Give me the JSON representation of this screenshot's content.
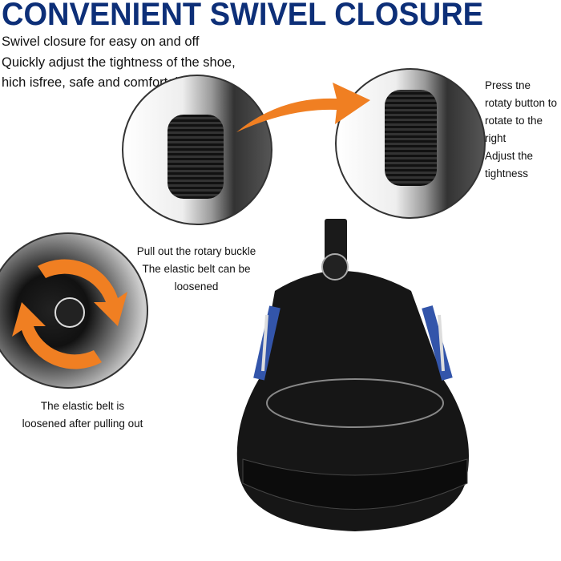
{
  "title": "CONVENIENT SWIVEL CLOSURE",
  "intro": [
    "Swivel closure for easy on and off",
    "Quickly adjust the tightness of the shoe,",
    "hich isfree, safe and comfortable"
  ],
  "press_text": [
    "Press tne",
    "rotaty button to",
    "rotate to the",
    "right",
    "Adjust the",
    "tightness"
  ],
  "pull_text": [
    "Pull out the rotary buckle",
    "The elastic belt can be",
    "loosened"
  ],
  "loosen_text": [
    "The elastic belt is",
    "loosened after pulling out"
  ],
  "colors": {
    "title": "#0d2f78",
    "arrow": "#f07f22"
  }
}
